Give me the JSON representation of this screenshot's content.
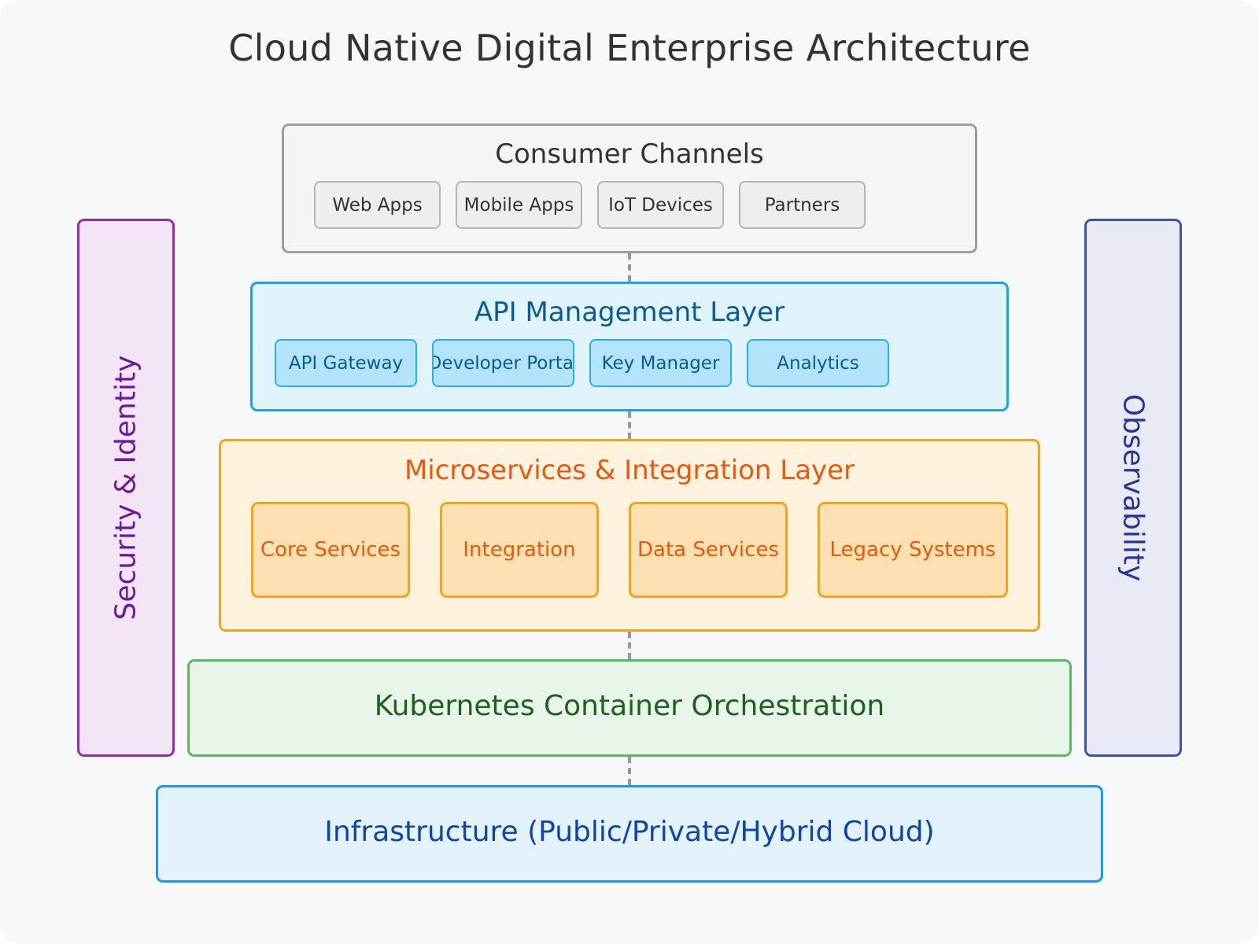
{
  "title": "Cloud Native Digital Enterprise Architecture",
  "consumer_channels": {
    "title": "Consumer Channels",
    "items": [
      "Web Apps",
      "Mobile Apps",
      "IoT Devices",
      "Partners"
    ]
  },
  "api_management": {
    "title": "API Management Layer",
    "items": [
      "API Gateway",
      "Developer Portal",
      "Key Manager",
      "Analytics"
    ]
  },
  "microservices": {
    "title": "Microservices & Integration Layer",
    "items": [
      "Core Services",
      "Integration",
      "Data Services",
      "Legacy Systems"
    ]
  },
  "kubernetes": {
    "title": "Kubernetes Container Orchestration"
  },
  "infrastructure": {
    "title": "Infrastructure (Public/Private/Hybrid Cloud)"
  },
  "security": {
    "title": "Security & Identity"
  },
  "observability": {
    "title": "Observability"
  },
  "colors": {
    "consumer": "#9e9e9e",
    "api": "#1ba4e0",
    "microservices": "#f6a21c",
    "kubernetes": "#5cb85c",
    "infrastructure": "#2196e8",
    "security": "#9c27b0",
    "observability": "#3f51b5"
  }
}
